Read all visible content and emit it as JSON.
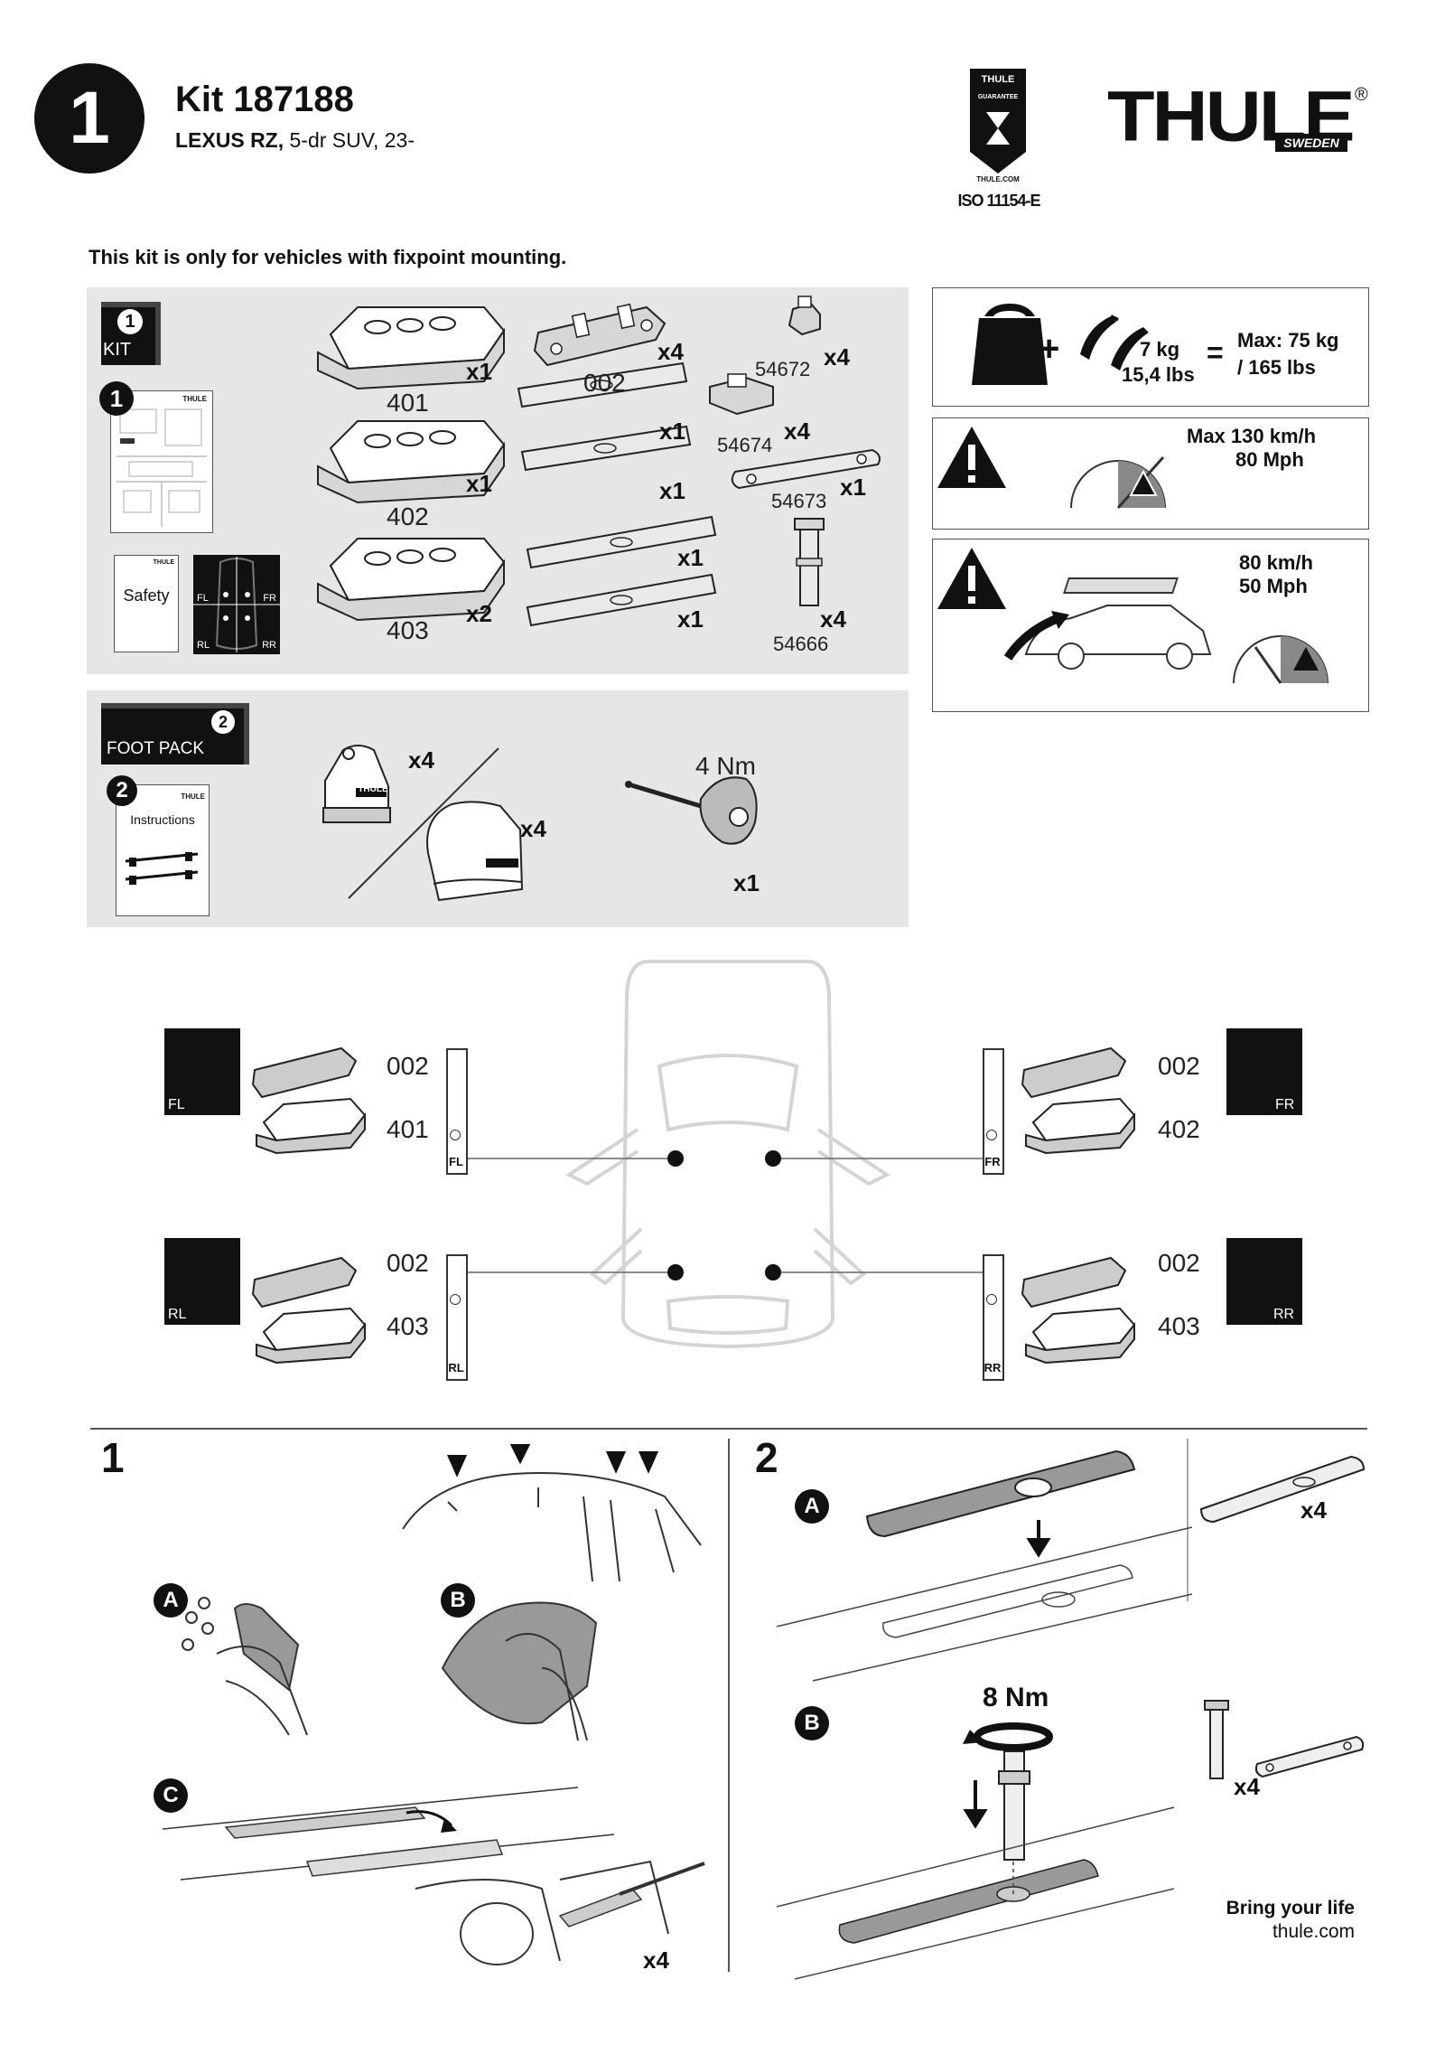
{
  "header": {
    "step_number": "1",
    "kit_title": "Kit 187188",
    "vehicle_model": "LEXUS RZ,",
    "vehicle_desc": "5-dr SUV, 23-",
    "guarantee_brand": "THULE",
    "guarantee_label": "GUARANTEE",
    "guarantee_url": "THULE.COM",
    "iso": "ISO 11154-E",
    "logo": "THULE",
    "logo_sub": "SWEDEN",
    "logo_mark": "®"
  },
  "notice": "This kit is only for vehicles with fixpoint mounting.",
  "kit_panel": {
    "tag_number": "1",
    "tag_label": "KIT",
    "booklet_number": "1",
    "booklet_brand": "THULE",
    "safety_label": "Safety",
    "safety_brand": "THULE",
    "positions": [
      "FL",
      "FR",
      "RL",
      "RR"
    ],
    "feet": [
      {
        "part": "401",
        "qty": "x1"
      },
      {
        "part": "402",
        "qty": "x1"
      },
      {
        "part": "403",
        "qty": "x2"
      }
    ],
    "brackets": {
      "part": "002",
      "qty": "x4"
    },
    "pads": [
      {
        "qty": "x1"
      },
      {
        "qty": "x1"
      },
      {
        "qty": "x1"
      },
      {
        "qty": "x1"
      }
    ],
    "small_parts": [
      {
        "part": "54672",
        "qty": "x4"
      },
      {
        "part": "54674",
        "qty": "x4"
      },
      {
        "part": "54673",
        "qty": "x1"
      },
      {
        "part": "54666",
        "qty": "x4"
      }
    ]
  },
  "load_box": {
    "weight": "7 kg",
    "weight_lbs": "15,4 lbs",
    "plus": "+",
    "equals": "=",
    "max_kg": "Max: 75 kg",
    "max_lbs": "/ 165 lbs"
  },
  "speed_box1": {
    "line1": "Max 130 km/h",
    "line2": "80 Mph"
  },
  "speed_box2": {
    "line1": "80 km/h",
    "line2": "50 Mph"
  },
  "foot_pack": {
    "tag_number": "2",
    "tag_label": "FOOT PACK",
    "booklet_number": "2",
    "booklet_brand": "THULE",
    "booklet_label": "Instructions",
    "foot_brand": "THULE",
    "foot_qty": "x4",
    "cover_qty": "x4",
    "torque": "4 Nm",
    "key_qty": "x1"
  },
  "mounting": {
    "positions": [
      {
        "pos": "FL",
        "bracket": "002",
        "foot": "401"
      },
      {
        "pos": "FR",
        "bracket": "002",
        "foot": "402"
      },
      {
        "pos": "RL",
        "bracket": "002",
        "foot": "403"
      },
      {
        "pos": "RR",
        "bracket": "002",
        "foot": "403"
      }
    ]
  },
  "step1": {
    "number": "1",
    "sub_a": "A",
    "sub_b": "B",
    "sub_c": "C",
    "qty": "x4"
  },
  "step2": {
    "number": "2",
    "sub_a": "A",
    "sub_b": "B",
    "pad_qty": "x4",
    "torque": "8 Nm",
    "bolt_qty": "x4"
  },
  "footer": {
    "slogan": "Bring your life",
    "url": "thule.com"
  }
}
